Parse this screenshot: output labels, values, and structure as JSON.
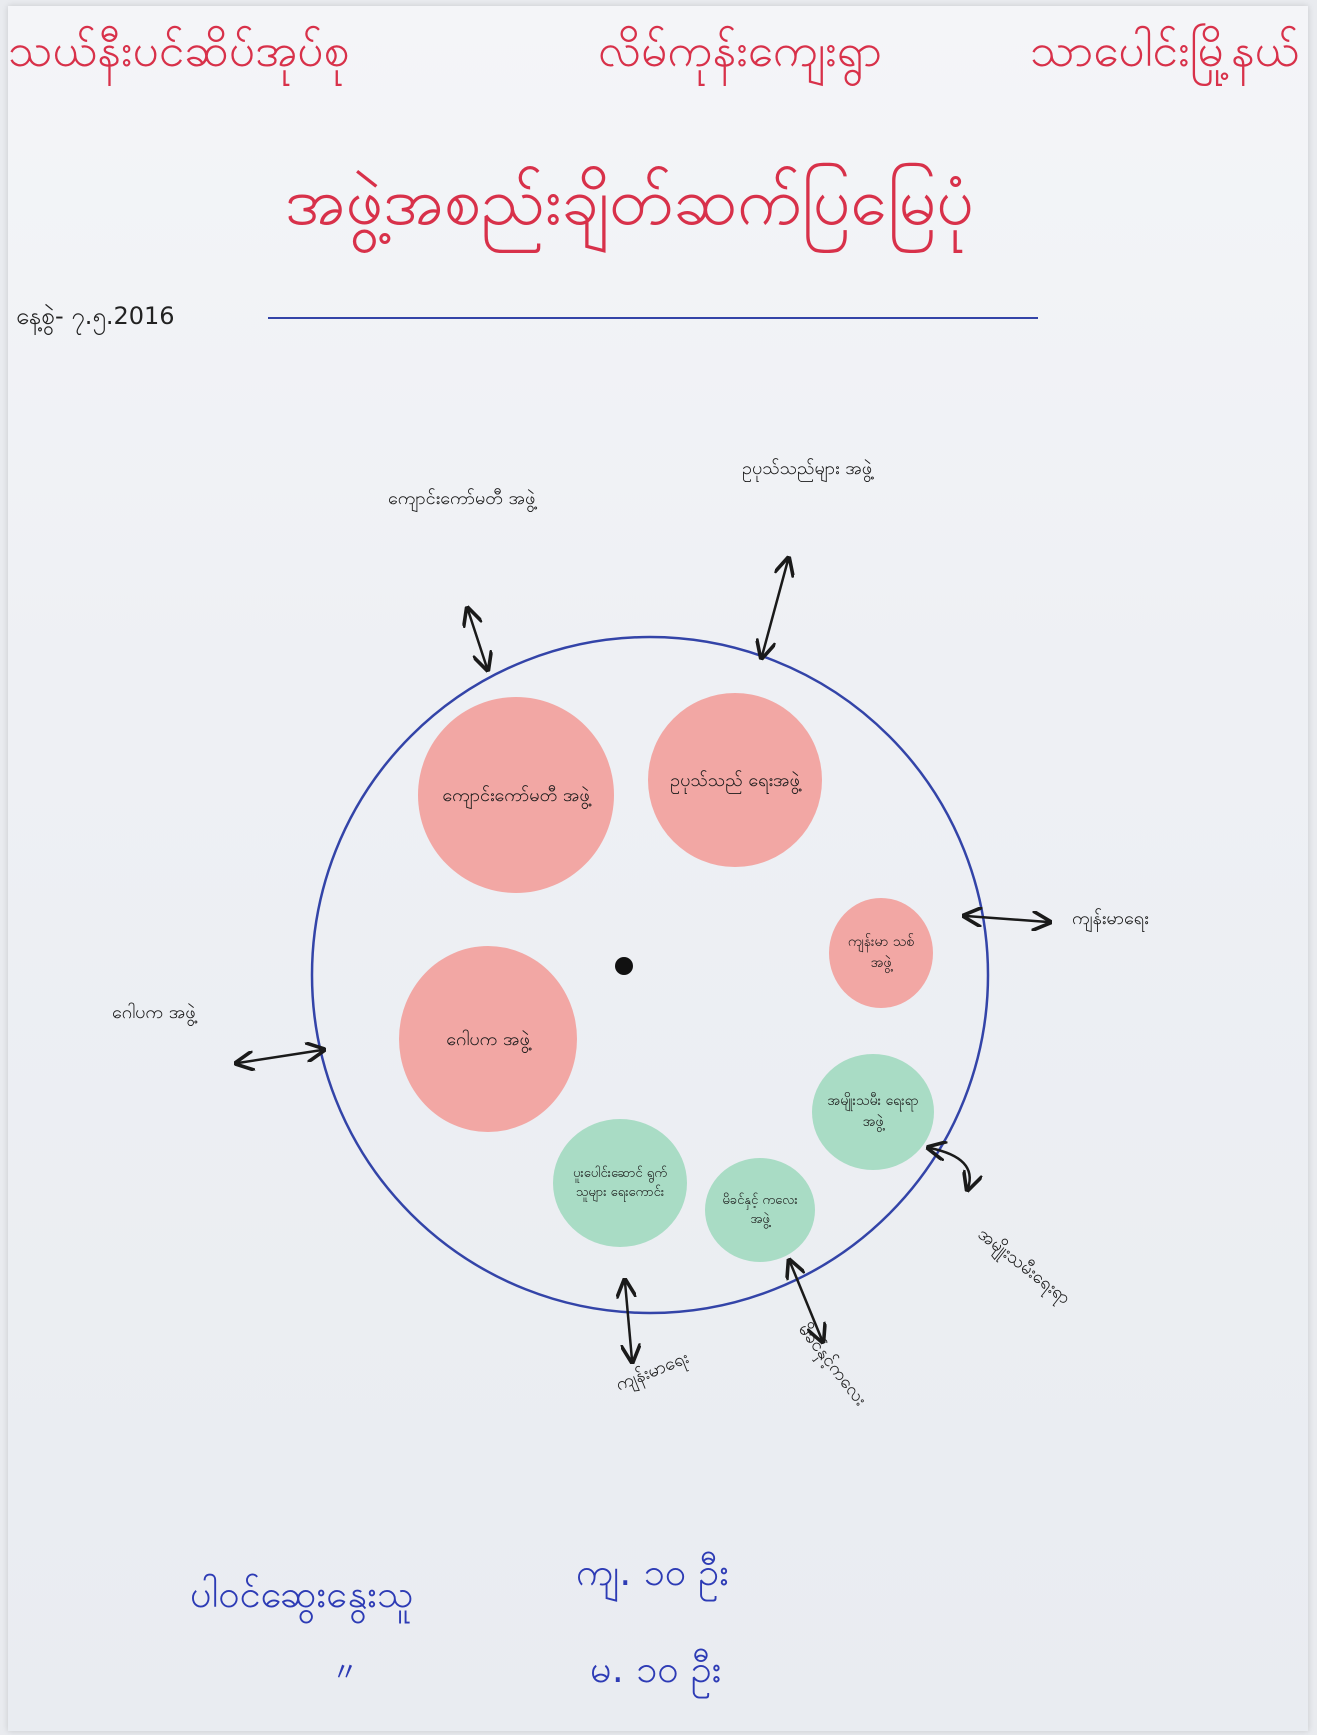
{
  "header": {
    "left": "သယ်နီးပင်ဆိပ်အုပ်စု",
    "middle": "လိမ်ကုန်းကျေးရွာ",
    "right": "သာပေါင်းမြို့နယ်"
  },
  "title": "အဖွဲ့အစည်းချိတ်ဆက်ပြမြေပုံ",
  "date": "နေ့စွဲ- ၇.၅.2016",
  "diagram": {
    "inner_groups": [
      {
        "label": "ကျောင်းကော်မတီ အဖွဲ့",
        "color": "pink"
      },
      {
        "label": "ဥပုသ်သည် ရေးအဖွဲ့",
        "color": "pink"
      },
      {
        "label": "ကျန်းမာ သစ်အဖွဲ့",
        "color": "pink"
      },
      {
        "label": "ဂေါပက အဖွဲ့",
        "color": "pink"
      },
      {
        "label": "အမျိုးသမီး ရေးရာအဖွဲ့",
        "color": "green"
      },
      {
        "label": "ပူးပေါင်းဆောင် ရွက်သူများ ရေးကောင်း",
        "color": "green"
      },
      {
        "label": "မိခင်နှင့် ကလေးအဖွဲ့",
        "color": "green"
      }
    ],
    "outer_links": [
      {
        "label": "ကျောင်းကော်မတီ အဖွဲ့"
      },
      {
        "label": "ဥပုသ်သည်များ အဖွဲ့"
      },
      {
        "label": "ကျန်းမာရေး"
      },
      {
        "label": "ဂေါပက အဖွဲ့"
      },
      {
        "label": "အမျိုးသမီးရေးရာ"
      },
      {
        "label": "ကျန်းမာရေး"
      },
      {
        "label": "မိခင်နှင့်ကလေး"
      }
    ]
  },
  "participants": {
    "label": "ပါဝင်ဆွေးနွေးသူ",
    "male": "ကျ. ၁၀ ဦး",
    "ditto": "〃",
    "female": "မ. ၁၀ ဦး"
  },
  "colors": {
    "header_red": "#d8314a",
    "circle_blue": "#3344a8",
    "pink": "#f2a7a4",
    "green": "#a9dcc5"
  }
}
